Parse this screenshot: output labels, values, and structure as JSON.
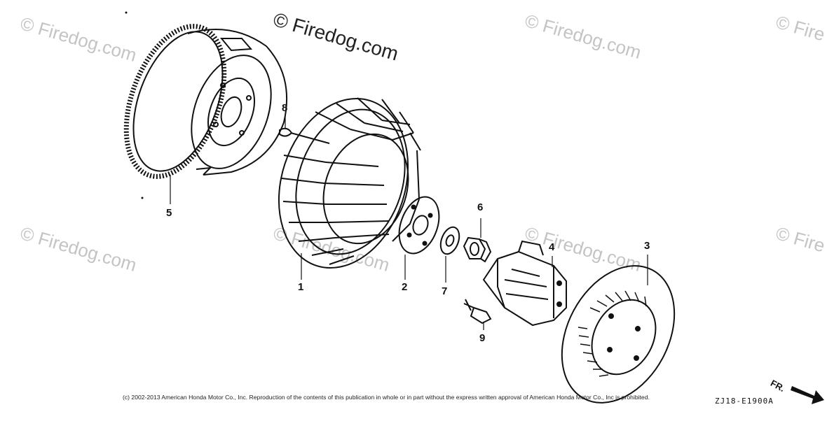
{
  "watermarks": {
    "main": "© Firedog.com",
    "repeat": "© Firedog.com",
    "edge": "© Fire"
  },
  "callouts": {
    "part1": "1",
    "part2": "2",
    "part3": "3",
    "part4": "4",
    "part5": "5",
    "part6": "6",
    "part7": "7",
    "part8": "8",
    "part9": "9"
  },
  "footer": {
    "copyright": "(c) 2002-2013 American Honda Motor Co., Inc. Reproduction of the contents of this publication in whole or in part without the express written approval of American Honda Motor Co., Inc is prohibited.",
    "diagram_code": "ZJ18-E1900A"
  },
  "direction": {
    "label": "FR."
  },
  "colors": {
    "line": "#111111",
    "watermark": "#c4c4c4"
  }
}
